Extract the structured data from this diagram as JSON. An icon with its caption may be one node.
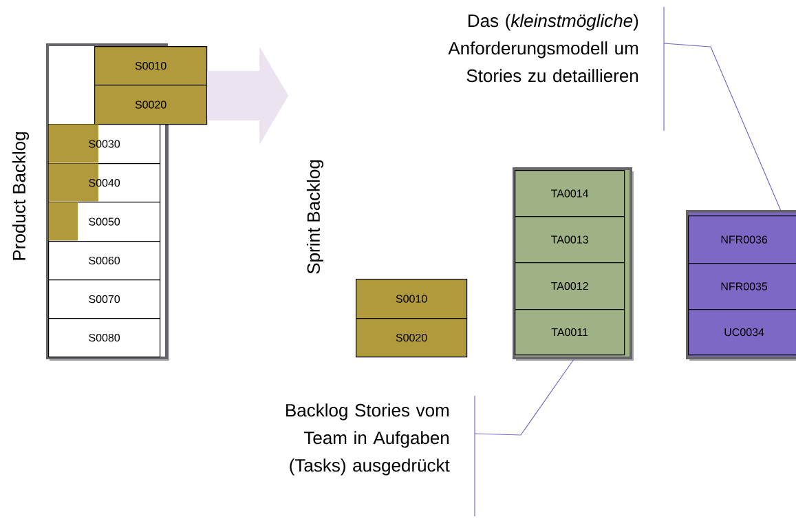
{
  "diagram": {
    "nodes": [
      {
        "text": [
          "Product Backlog"
        ]
      },
      {
        "text": [
          "S0010"
        ]
      },
      {
        "text": [
          "S0020"
        ]
      },
      {
        "text": [
          "S0030"
        ],
        "in": 0
      },
      {
        "text": [
          "S0040"
        ],
        "in": 0
      },
      {
        "text": [
          "S0050"
        ],
        "in": 0
      },
      {
        "text": [
          "S0060"
        ],
        "in": 0
      },
      {
        "text": [
          "S0070"
        ],
        "in": 0
      },
      {
        "text": [
          "S0080"
        ],
        "in": 0
      },
      {
        "text": [
          "Sprint Backlog"
        ]
      },
      {
        "text": [
          "S0010"
        ]
      },
      {
        "text": [
          "S0020"
        ]
      },
      {
        "text": [],
        "shape": "box"
      },
      {
        "text": [
          "TA0014"
        ],
        "in": 12
      },
      {
        "text": [
          "TA0013"
        ],
        "in": 12
      },
      {
        "text": [
          "TA0012"
        ],
        "in": 12
      },
      {
        "text": [
          "TA0011"
        ],
        "in": 12
      },
      {
        "text": [],
        "shape": "box"
      },
      {
        "text": [
          "NFR0036"
        ],
        "in": 17
      },
      {
        "text": [
          "NFR0035"
        ],
        "in": 17
      },
      {
        "text": [
          "UC0034"
        ],
        "in": 17
      },
      {
        "text": [
          "Das (*kleinstmögliche*) Anforderungsmodell um Stories zu detaillieren"
        ]
      },
      {
        "text": [
          "Backlog Stories vom Team in Aufgaben (Tasks) ausgedrückt"
        ]
      }
    ],
    "edges": [
      {
        "from": 2,
        "to": null,
        "arrow": "to",
        "style": "thick",
        "color": "#ebe3f0"
      },
      {
        "from": 21,
        "to": 17,
        "arrow": "none",
        "color": "#7b68c8"
      },
      {
        "from": 22,
        "to": 12,
        "arrow": "none",
        "color": "#7b68c8"
      }
    ]
  }
}
